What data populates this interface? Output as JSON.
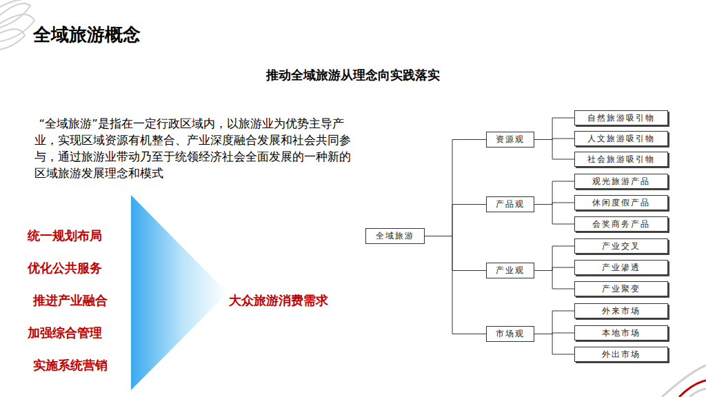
{
  "diagram": {
    "title": "全域旅游概念",
    "nodes": [
      {
        "text": [
          "全域旅游"
        ]
      },
      {
        "text": [
          "资源观"
        ]
      },
      {
        "text": [
          "自然旅游吸引物"
        ]
      },
      {
        "text": [
          "人文旅游吸引物"
        ]
      },
      {
        "text": [
          "社会旅游吸引物"
        ]
      },
      {
        "text": [
          "产品观"
        ]
      },
      {
        "text": [
          "观光旅游产品"
        ]
      },
      {
        "text": [
          "休闲度假产品"
        ]
      },
      {
        "text": [
          "会奖商务产品"
        ]
      },
      {
        "text": [
          "产业观"
        ]
      },
      {
        "text": [
          "产业交叉"
        ]
      },
      {
        "text": [
          "产业渗透"
        ]
      },
      {
        "text": [
          "产业聚变"
        ]
      },
      {
        "text": [
          "市场观"
        ]
      },
      {
        "text": [
          "外来市场"
        ]
      },
      {
        "text": [
          "本地市场"
        ]
      },
      {
        "text": [
          "外出市场"
        ]
      }
    ],
    "edges": [
      {
        "from": 0,
        "to": 1,
        "arrow": "none"
      },
      {
        "from": 0,
        "to": 5,
        "arrow": "none"
      },
      {
        "from": 0,
        "to": 9,
        "arrow": "none"
      },
      {
        "from": 0,
        "to": 13,
        "arrow": "none"
      },
      {
        "from": 1,
        "to": 2,
        "arrow": "none"
      },
      {
        "from": 1,
        "to": 3,
        "arrow": "none"
      },
      {
        "from": 1,
        "to": 4,
        "arrow": "none"
      },
      {
        "from": 5,
        "to": 6,
        "arrow": "none"
      },
      {
        "from": 5,
        "to": 7,
        "arrow": "none"
      },
      {
        "from": 5,
        "to": 8,
        "arrow": "none"
      },
      {
        "from": 9,
        "to": 10,
        "arrow": "none"
      },
      {
        "from": 9,
        "to": 11,
        "arrow": "none"
      },
      {
        "from": 9,
        "to": 12,
        "arrow": "none"
      },
      {
        "from": 13,
        "to": 14,
        "arrow": "none"
      },
      {
        "from": 13,
        "to": 15,
        "arrow": "none"
      },
      {
        "from": 13,
        "to": 16,
        "arrow": "none"
      }
    ],
    "labels": [
      "推动全域旅游从理念向实践落实",
      "“全域旅游”是指在一定行政区域内，以旅游业为优势主导产业，实现区域资源有机整合、产业深度融合发展和社会共同参与，通过旅游业带动乃至于统领经济社会全面发展的一种新的区域旅游发展理念和模式",
      "统一规划布局",
      "优化公共服务",
      "推进产业融合",
      "加强综合管理",
      "实施系统营销",
      "大众旅游消费需求"
    ]
  }
}
